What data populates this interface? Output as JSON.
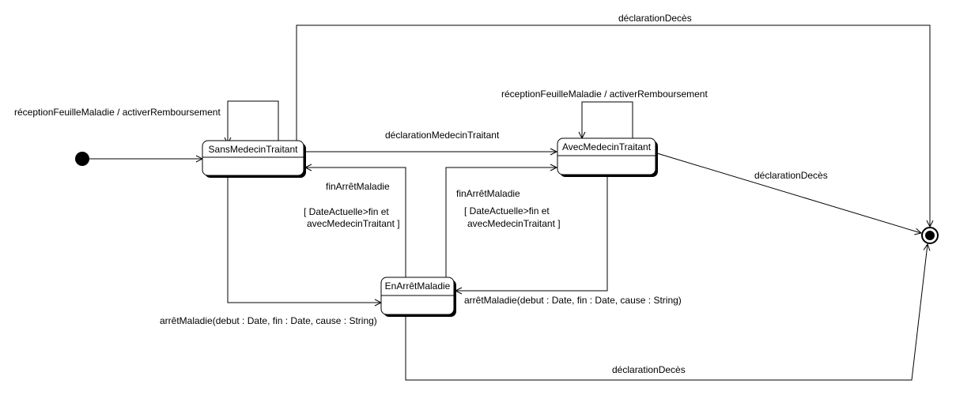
{
  "states": {
    "sans_medecin": "SansMedecinTraitant",
    "avec_medecin": "AvecMedecinTraitant",
    "en_arret": "EnArrêtMaladie"
  },
  "transitions": {
    "deces_top": "déclarationDecès",
    "deces_avec": "déclarationDecès",
    "deces_bottom": "déclarationDecès",
    "self_sans": "réceptionFeuilleMaladie / activerRemboursement",
    "self_avec": "réceptionFeuilleMaladie / activerRemboursement",
    "declaration_medecin": "déclarationMedecinTraitant",
    "fin_arret_left": "finArrêtMaladie",
    "guard_left_1": "[ DateActuelle>fin et",
    "guard_left_2": "avecMedecinTraitant ]",
    "fin_arret_right": "finArrêtMaladie",
    "guard_right_1": "[ DateActuelle>fin et",
    "guard_right_2": "avecMedecinTraitant ]",
    "arret_left": "arrêtMaladie(debut : Date, fin : Date, cause : String)",
    "arret_right": "arrêtMaladie(debut : Date, fin : Date, cause : String)"
  }
}
